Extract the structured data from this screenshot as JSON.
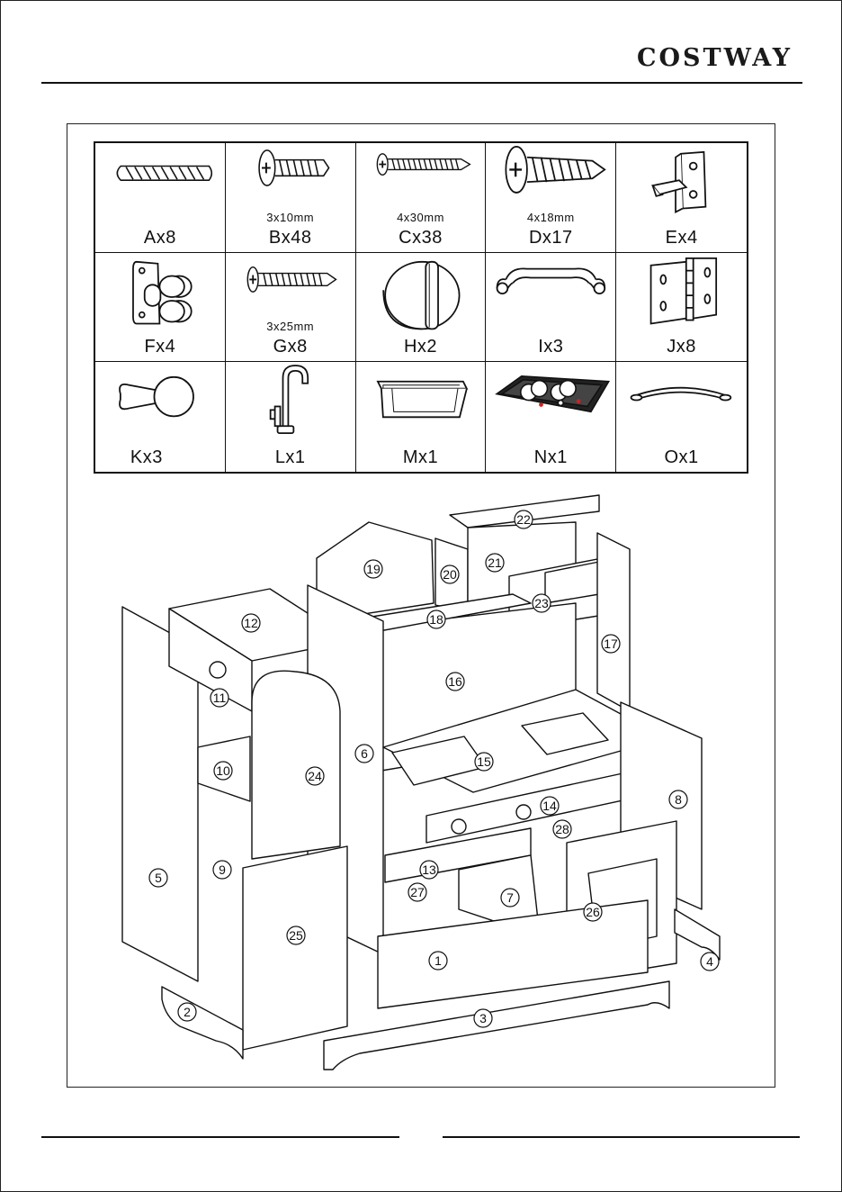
{
  "header": {
    "brand": "COSTWAY"
  },
  "parts": [
    {
      "code": "Ax8",
      "size": "",
      "icon": "dowel-icon"
    },
    {
      "code": "Bx48",
      "size": "3x10mm",
      "icon": "short-screw-icon"
    },
    {
      "code": "Cx38",
      "size": "4x30mm",
      "icon": "long-screw-icon"
    },
    {
      "code": "Dx17",
      "size": "4x18mm",
      "icon": "large-screw-icon"
    },
    {
      "code": "Ex4",
      "size": "",
      "icon": "shelf-bracket-icon"
    },
    {
      "code": "Fx4",
      "size": "",
      "icon": "magnetic-catch-icon"
    },
    {
      "code": "Gx8",
      "size": "3x25mm",
      "icon": "medium-screw-icon"
    },
    {
      "code": "Hx2",
      "size": "",
      "icon": "stove-knob-icon"
    },
    {
      "code": "Ix3",
      "size": "",
      "icon": "handle-icon"
    },
    {
      "code": "Jx8",
      "size": "",
      "icon": "hinge-icon"
    },
    {
      "code": "Kx3",
      "size": "",
      "icon": "pull-knob-icon"
    },
    {
      "code": "Lx1",
      "size": "",
      "icon": "faucet-icon"
    },
    {
      "code": "Mx1",
      "size": "",
      "icon": "sink-icon"
    },
    {
      "code": "Nx1",
      "size": "",
      "icon": "cooktop-icon"
    },
    {
      "code": "Ox1",
      "size": "",
      "icon": "arch-handle-icon"
    }
  ],
  "diagram": {
    "panel_numbers": [
      "1",
      "2",
      "3",
      "4",
      "5",
      "6",
      "7",
      "8",
      "9",
      "10",
      "11",
      "12",
      "13",
      "14",
      "15",
      "16",
      "17",
      "18",
      "19",
      "20",
      "21",
      "22",
      "23",
      "24",
      "25",
      "26",
      "27",
      "28"
    ]
  }
}
